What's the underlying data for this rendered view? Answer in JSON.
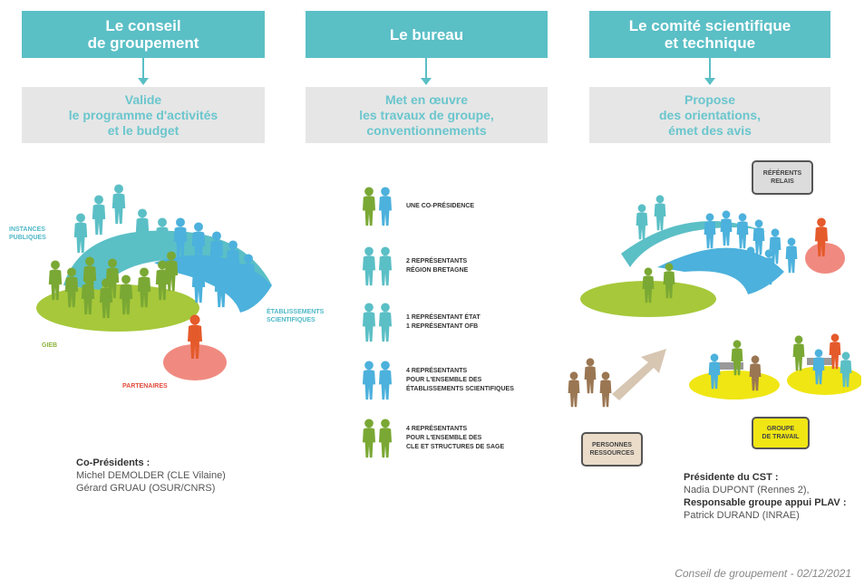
{
  "columns": [
    {
      "header": "Le conseil\nde groupement",
      "desc": "Valide\nle programme d'activités\net le budget"
    },
    {
      "header": "Le bureau",
      "desc": "Met en œuvre\nles travaux de groupe,\nconventionnements"
    },
    {
      "header": "Le comité scientifique\net technique",
      "desc": "Propose\ndes orientations,\német des avis"
    }
  ],
  "conseil": {
    "label_instances": "INSTANCES\nPUBLIQUES",
    "label_etab": "ÉTABLISSEMENTS\nSCIENTIFIQUES",
    "label_gieb": "GIEB",
    "label_partenaires": "PARTENAIRES",
    "copres_title": "Co-Présidents :",
    "copres_1": "Michel DEMOLDER (CLE Vilaine)",
    "copres_2": "Gérard GRUAU (OSUR/CNRS)"
  },
  "bureau": {
    "items": [
      {
        "text": "UNE CO-PRÉSIDENCE",
        "icon": "green-teal-people-icon"
      },
      {
        "text": "2 REPRÉSENTANTS\nRÉGION BRETAGNE",
        "icon": "teal-people-icon"
      },
      {
        "text": "1 REPRÉSENTANT ÉTAT\n1 REPRÉSENTANT OFB",
        "icon": "teal-people-icon"
      },
      {
        "text": "4 REPRÉSENTANTS\nPOUR L'ENSEMBLE DES\nÉTABLISSEMENTS SCIENTIFIQUES",
        "icon": "blue-people-icon"
      },
      {
        "text": "4 REPRÉSENTANTS\nPOUR L'ENSEMBLE DES\nCLE ET STRUCTURES DE SAGE",
        "icon": "green-people-icon"
      }
    ]
  },
  "cst": {
    "referents": "RÉFÉRENTS\nRELAIS",
    "personnes": "PERSONNES\nRESSOURCES",
    "groupe": "GROUPE\nDE TRAVAIL",
    "pres_title": "Présidente du CST :",
    "pres_name": "Nadia DUPONT (Rennes 2),",
    "resp_title": "Responsable groupe appui PLAV :",
    "resp_name": "Patrick DURAND (INRAE)"
  },
  "footer": "Conseil de groupement - 02/12/2021",
  "colors": {
    "teal": "#5bbfc6",
    "green": "#8ab33a",
    "blue": "#4cb1dc",
    "orange": "#e55a2b",
    "brown": "#9a7652",
    "yellow": "#f0e614"
  }
}
